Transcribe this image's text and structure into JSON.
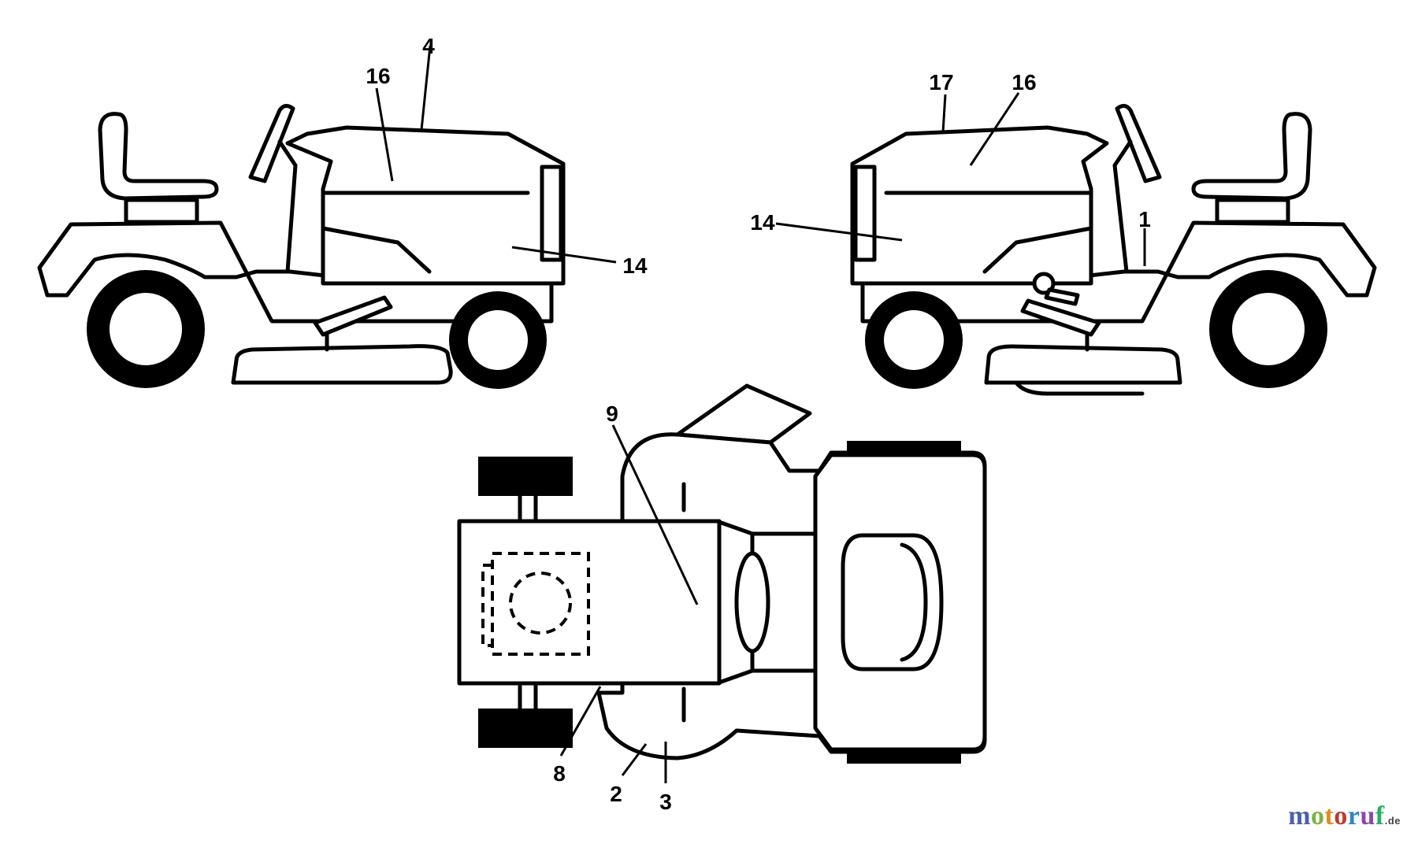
{
  "callouts": {
    "left_view": [
      "4",
      "16",
      "14"
    ],
    "right_view": [
      "17",
      "16",
      "14",
      "1"
    ],
    "top_view": [
      "9",
      "8",
      "2",
      "3"
    ]
  },
  "watermark": {
    "letters": [
      "m",
      "o",
      "t",
      "o",
      "r",
      "u",
      "f"
    ],
    "suffix": ".de",
    "colors": [
      "#4a5fb0",
      "#7bb342",
      "#e08a1e",
      "#c0392b",
      "#2e86c1",
      "#8e44ad",
      "#27ae60"
    ]
  }
}
